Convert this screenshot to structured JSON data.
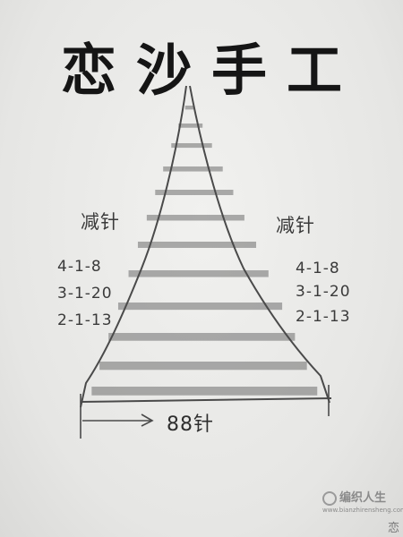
{
  "title": "恋沙手工",
  "left_decrease": {
    "label": "减针",
    "rows": [
      "4-1-8",
      "3-1-20",
      "2-1-13"
    ]
  },
  "right_decrease": {
    "label": "减针",
    "rows": [
      "4-1-8",
      "3-1-20",
      "2-1-13"
    ]
  },
  "base_width": "88针",
  "watermark": {
    "logo_text": "编织人生",
    "url": "www.bianzhirensheng.com"
  },
  "corner_stamp": "恋",
  "colors": {
    "paper": "#e9e9e7",
    "ink": "#151515",
    "pencil": "#3a3a3a",
    "stripe": "#6e6e6e"
  }
}
